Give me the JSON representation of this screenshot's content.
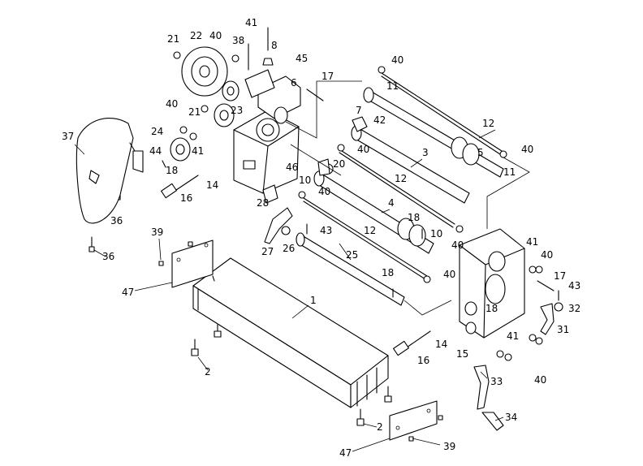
{
  "diagram": {
    "callouts": [
      {
        "id": "c1",
        "text": "1"
      },
      {
        "id": "c2a",
        "text": "2"
      },
      {
        "id": "c2b",
        "text": "2"
      },
      {
        "id": "c3",
        "text": "3"
      },
      {
        "id": "c4",
        "text": "4"
      },
      {
        "id": "c5",
        "text": "5"
      },
      {
        "id": "c6",
        "text": "6"
      },
      {
        "id": "c7",
        "text": "7"
      },
      {
        "id": "c8",
        "text": "8"
      },
      {
        "id": "c10a",
        "text": "10"
      },
      {
        "id": "c10b",
        "text": "10"
      },
      {
        "id": "c11a",
        "text": "11"
      },
      {
        "id": "c11b",
        "text": "11"
      },
      {
        "id": "c12a",
        "text": "12"
      },
      {
        "id": "c12b",
        "text": "12"
      },
      {
        "id": "c12c",
        "text": "12"
      },
      {
        "id": "c14a",
        "text": "14"
      },
      {
        "id": "c14b",
        "text": "14"
      },
      {
        "id": "c15",
        "text": "15"
      },
      {
        "id": "c16a",
        "text": "16"
      },
      {
        "id": "c16b",
        "text": "16"
      },
      {
        "id": "c17a",
        "text": "17"
      },
      {
        "id": "c17b",
        "text": "17"
      },
      {
        "id": "c18a",
        "text": "18"
      },
      {
        "id": "c18b",
        "text": "18"
      },
      {
        "id": "c18c",
        "text": "18"
      },
      {
        "id": "c18d",
        "text": "18"
      },
      {
        "id": "c20",
        "text": "20"
      },
      {
        "id": "c21a",
        "text": "21"
      },
      {
        "id": "c21b",
        "text": "21"
      },
      {
        "id": "c22",
        "text": "22"
      },
      {
        "id": "c23",
        "text": "23"
      },
      {
        "id": "c24",
        "text": "24"
      },
      {
        "id": "c25",
        "text": "25"
      },
      {
        "id": "c26",
        "text": "26"
      },
      {
        "id": "c27",
        "text": "27"
      },
      {
        "id": "c28",
        "text": "28"
      },
      {
        "id": "c31",
        "text": "31"
      },
      {
        "id": "c32",
        "text": "32"
      },
      {
        "id": "c33",
        "text": "33"
      },
      {
        "id": "c34",
        "text": "34"
      },
      {
        "id": "c36a",
        "text": "36"
      },
      {
        "id": "c36b",
        "text": "36"
      },
      {
        "id": "c37",
        "text": "37"
      },
      {
        "id": "c38",
        "text": "38"
      },
      {
        "id": "c39a",
        "text": "39"
      },
      {
        "id": "c39b",
        "text": "39"
      },
      {
        "id": "c40a",
        "text": "40"
      },
      {
        "id": "c40b",
        "text": "40"
      },
      {
        "id": "c40c",
        "text": "40"
      },
      {
        "id": "c40d",
        "text": "40"
      },
      {
        "id": "c40e",
        "text": "40"
      },
      {
        "id": "c40f",
        "text": "40"
      },
      {
        "id": "c40g",
        "text": "40"
      },
      {
        "id": "c40h",
        "text": "40"
      },
      {
        "id": "c40i",
        "text": "40"
      },
      {
        "id": "c40j",
        "text": "40"
      },
      {
        "id": "c41a",
        "text": "41"
      },
      {
        "id": "c41b",
        "text": "41"
      },
      {
        "id": "c41c",
        "text": "41"
      },
      {
        "id": "c41d",
        "text": "41"
      },
      {
        "id": "c42",
        "text": "42"
      },
      {
        "id": "c43a",
        "text": "43"
      },
      {
        "id": "c43b",
        "text": "43"
      },
      {
        "id": "c44",
        "text": "44"
      },
      {
        "id": "c45",
        "text": "45"
      },
      {
        "id": "c46",
        "text": "46"
      },
      {
        "id": "c47a",
        "text": "47"
      },
      {
        "id": "c47b",
        "text": "47"
      }
    ]
  }
}
